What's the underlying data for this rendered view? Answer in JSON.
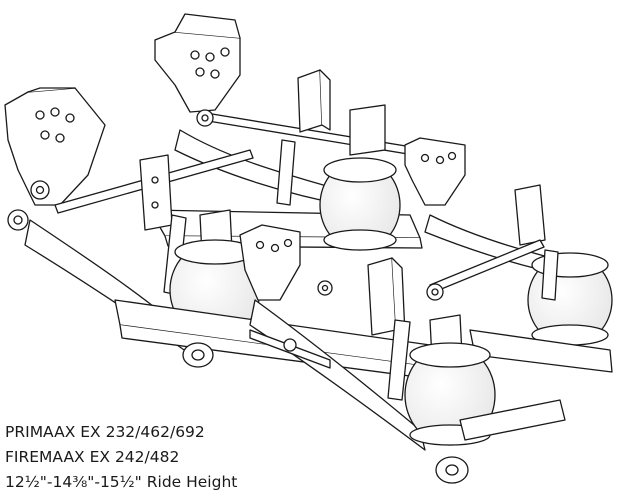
{
  "caption": {
    "line1": "PRIMAAX EX 232/462/692",
    "line2": "FIREMAAX EX 242/482",
    "line3": "12½\"-14⅜\"-15½\" Ride Height"
  },
  "style": {
    "line_color": "#1a1a1a",
    "fill_color": "#ffffff",
    "shade_color": "#e6e6e6"
  }
}
